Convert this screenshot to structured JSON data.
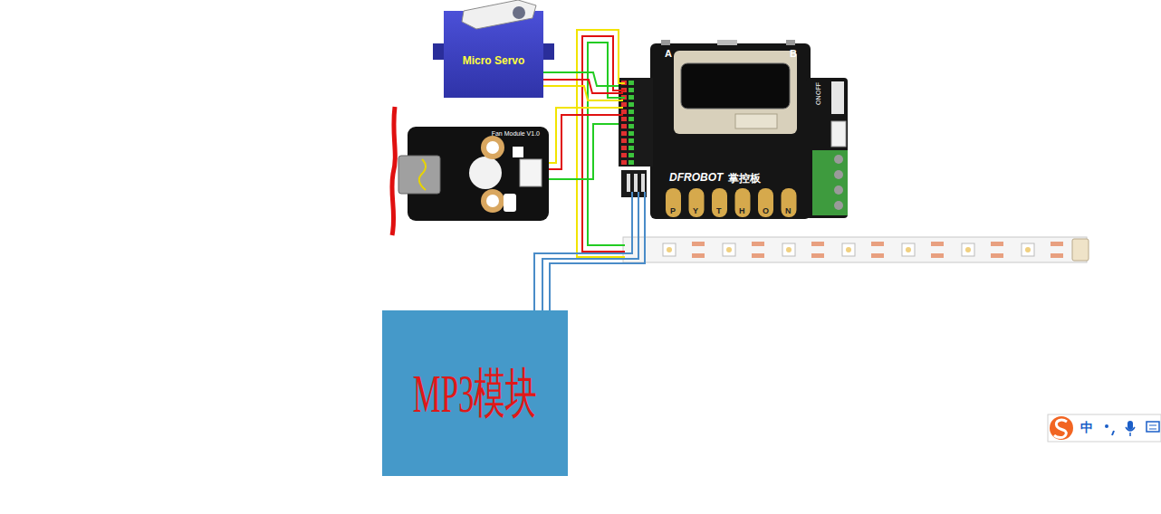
{
  "diagram": {
    "nodes": [
      {
        "text": [
          "Micro Servo"
        ]
      },
      {
        "text": [
          "Fan Module V1.0"
        ]
      },
      {
        "text": [
          "DFROBOT",
          "掌控板"
        ]
      },
      {
        "text": [
          "MP3模块"
        ]
      }
    ],
    "edges": [
      {
        "from": 0,
        "to": 2,
        "arrow": "none"
      },
      {
        "from": 1,
        "to": 2,
        "arrow": "none"
      },
      {
        "from": 3,
        "to": 2,
        "arrow": "none"
      }
    ],
    "labels": [
      "A",
      "B",
      "P",
      "Y",
      "T",
      "H",
      "O",
      "N",
      "ON",
      "OFF",
      "中"
    ]
  }
}
